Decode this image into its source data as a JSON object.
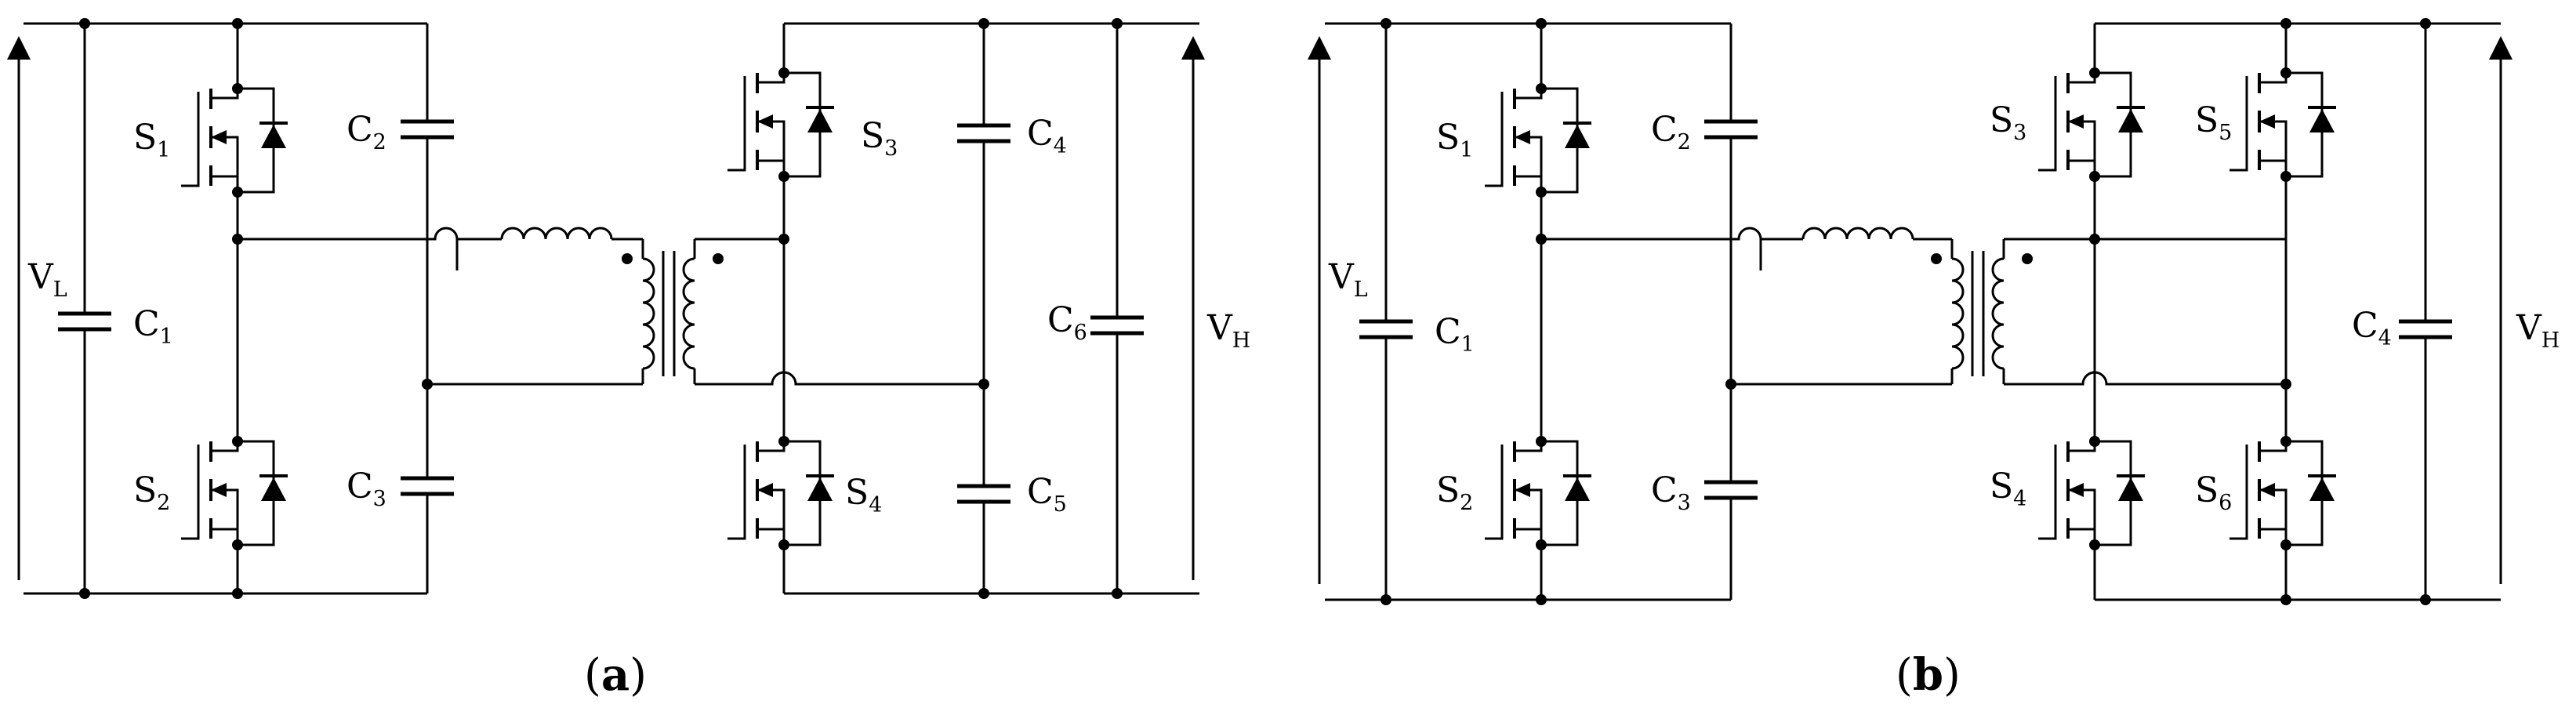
{
  "panel_a": {
    "caption": {
      "open": "(",
      "letter": "a",
      "close": ")"
    },
    "labels": {
      "VL": {
        "main": "V",
        "sub": "L"
      },
      "C1": {
        "main": "C",
        "sub": "1"
      },
      "C2": {
        "main": "C",
        "sub": "2"
      },
      "C3": {
        "main": "C",
        "sub": "3"
      },
      "C4": {
        "main": "C",
        "sub": "4"
      },
      "C5": {
        "main": "C",
        "sub": "5"
      },
      "C6": {
        "main": "C",
        "sub": "6"
      },
      "S1": {
        "main": "S",
        "sub": "1"
      },
      "S2": {
        "main": "S",
        "sub": "2"
      },
      "S3": {
        "main": "S",
        "sub": "3"
      },
      "S4": {
        "main": "S",
        "sub": "4"
      },
      "VH": {
        "main": "V",
        "sub": "H"
      }
    }
  },
  "panel_b": {
    "caption": {
      "open": "(",
      "letter": "b",
      "close": ")"
    },
    "labels": {
      "VL": {
        "main": "V",
        "sub": "L"
      },
      "C1": {
        "main": "C",
        "sub": "1"
      },
      "C2": {
        "main": "C",
        "sub": "2"
      },
      "C3": {
        "main": "C",
        "sub": "3"
      },
      "C4": {
        "main": "C",
        "sub": "4"
      },
      "S1": {
        "main": "S",
        "sub": "1"
      },
      "S2": {
        "main": "S",
        "sub": "2"
      },
      "S3": {
        "main": "S",
        "sub": "3"
      },
      "S4": {
        "main": "S",
        "sub": "4"
      },
      "S5": {
        "main": "S",
        "sub": "5"
      },
      "S6": {
        "main": "S",
        "sub": "6"
      },
      "VH": {
        "main": "V",
        "sub": "H"
      }
    }
  }
}
